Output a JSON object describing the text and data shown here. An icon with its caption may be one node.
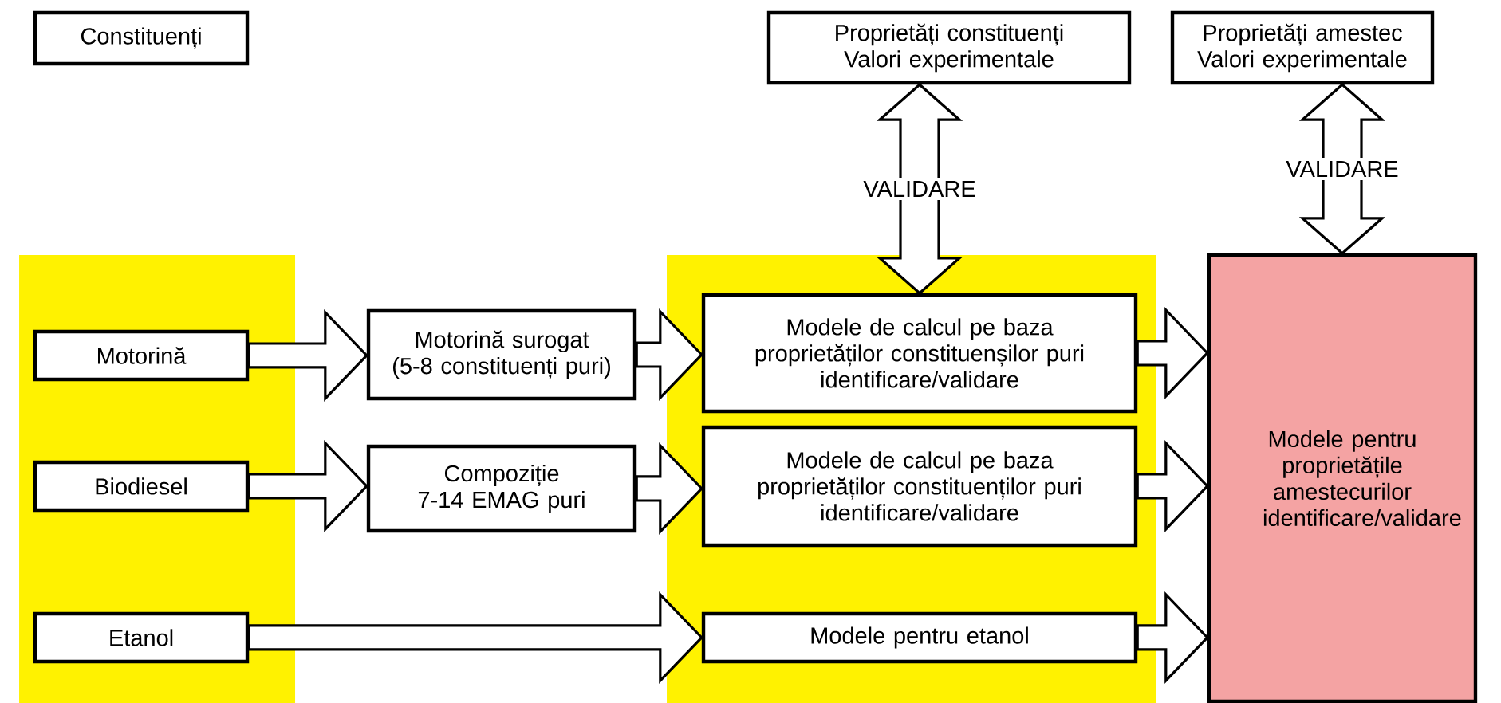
{
  "diagram": {
    "nodes": [
      {
        "text": [
          "Constituenți"
        ]
      },
      {
        "text": [
          "Proprietăți constituenți",
          "Valori experimentale"
        ]
      },
      {
        "text": [
          "Proprietăți amestec",
          "Valori experimentale"
        ]
      },
      {
        "text": [
          "Motorină"
        ]
      },
      {
        "text": [
          "Biodiesel"
        ]
      },
      {
        "text": [
          "Etanol"
        ]
      },
      {
        "text": [
          "Motorină surogat",
          "(5-8 constituenți puri)"
        ]
      },
      {
        "text": [
          "Compoziție",
          "7-14 EMAG puri"
        ]
      },
      {
        "text": [
          "Modele de calcul pe baza proprietăților constituenșilor puri",
          "identificare/validare"
        ]
      },
      {
        "text": [
          "Modele de calcul pe baza proprietăților constituenților puri",
          "identificare/validare"
        ]
      },
      {
        "text": [
          "Modele pentru etanol"
        ]
      },
      {
        "text": [
          "Modele pentru proprietățile amestecurilor",
          "identificare/validare"
        ]
      }
    ],
    "edges": [
      {
        "from": 3,
        "to": 6,
        "arrow": "to"
      },
      {
        "from": 4,
        "to": 7,
        "arrow": "to"
      },
      {
        "from": 5,
        "to": 10,
        "arrow": "to"
      },
      {
        "from": 6,
        "to": 8,
        "arrow": "to"
      },
      {
        "from": 7,
        "to": 9,
        "arrow": "to"
      },
      {
        "from": 8,
        "to": 11,
        "arrow": "to"
      },
      {
        "from": 9,
        "to": 11,
        "arrow": "to"
      },
      {
        "from": 10,
        "to": 11,
        "arrow": "to"
      },
      {
        "from": 8,
        "to": 1,
        "arrow": "both",
        "label": "VALIDARE"
      },
      {
        "from": 11,
        "to": 2,
        "arrow": "both",
        "label": "VALIDARE"
      }
    ]
  }
}
